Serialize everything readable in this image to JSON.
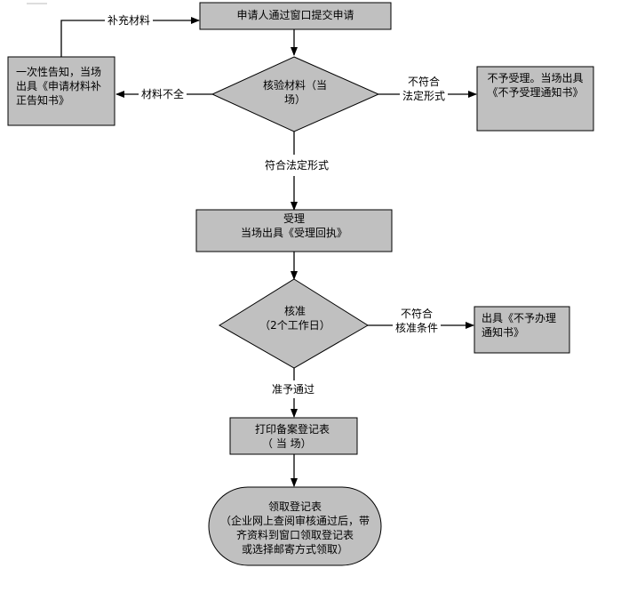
{
  "colors": {
    "node_fill": "#c0c0c0",
    "node_stroke": "#000000",
    "line": "#000000",
    "background": "#ffffff"
  },
  "nodes": {
    "submit": {
      "lines": [
        "申请人通过窗口提交申请"
      ]
    },
    "verify": {
      "lines": [
        "核验材料（当",
        "场）"
      ]
    },
    "notify_supplement": {
      "lines": [
        "一次性告知，当场",
        "出具《申请材料补",
        "正告知书》"
      ]
    },
    "reject_accept": {
      "lines": [
        "不予受理。当场出具",
        "《不予受理通知书》"
      ]
    },
    "accept": {
      "lines": [
        "受理",
        "当场出具《受理回执》"
      ]
    },
    "approve": {
      "lines": [
        "核准",
        "（2个工作日）"
      ]
    },
    "reject_handle": {
      "lines": [
        "出具《不予办理",
        "通知书》"
      ]
    },
    "print": {
      "lines": [
        "打印备案登记表",
        "（ 当 场）"
      ]
    },
    "collect": {
      "lines": [
        "领取登记表",
        "（企业网上查阅审核通过后，带",
        "齐资料到窗口领取登记表",
        "或选择邮寄方式领取）"
      ]
    }
  },
  "edges": {
    "supplement": {
      "label": "补充材料"
    },
    "incomplete": {
      "label": "材料不全"
    },
    "not_conform_form": {
      "lines": [
        "不符合",
        "法定形式"
      ]
    },
    "conform_form": {
      "label": "符合法定形式"
    },
    "not_conform_approve": {
      "lines": [
        "不符合",
        "核准条件"
      ]
    },
    "approved": {
      "label": "准予通过"
    }
  }
}
